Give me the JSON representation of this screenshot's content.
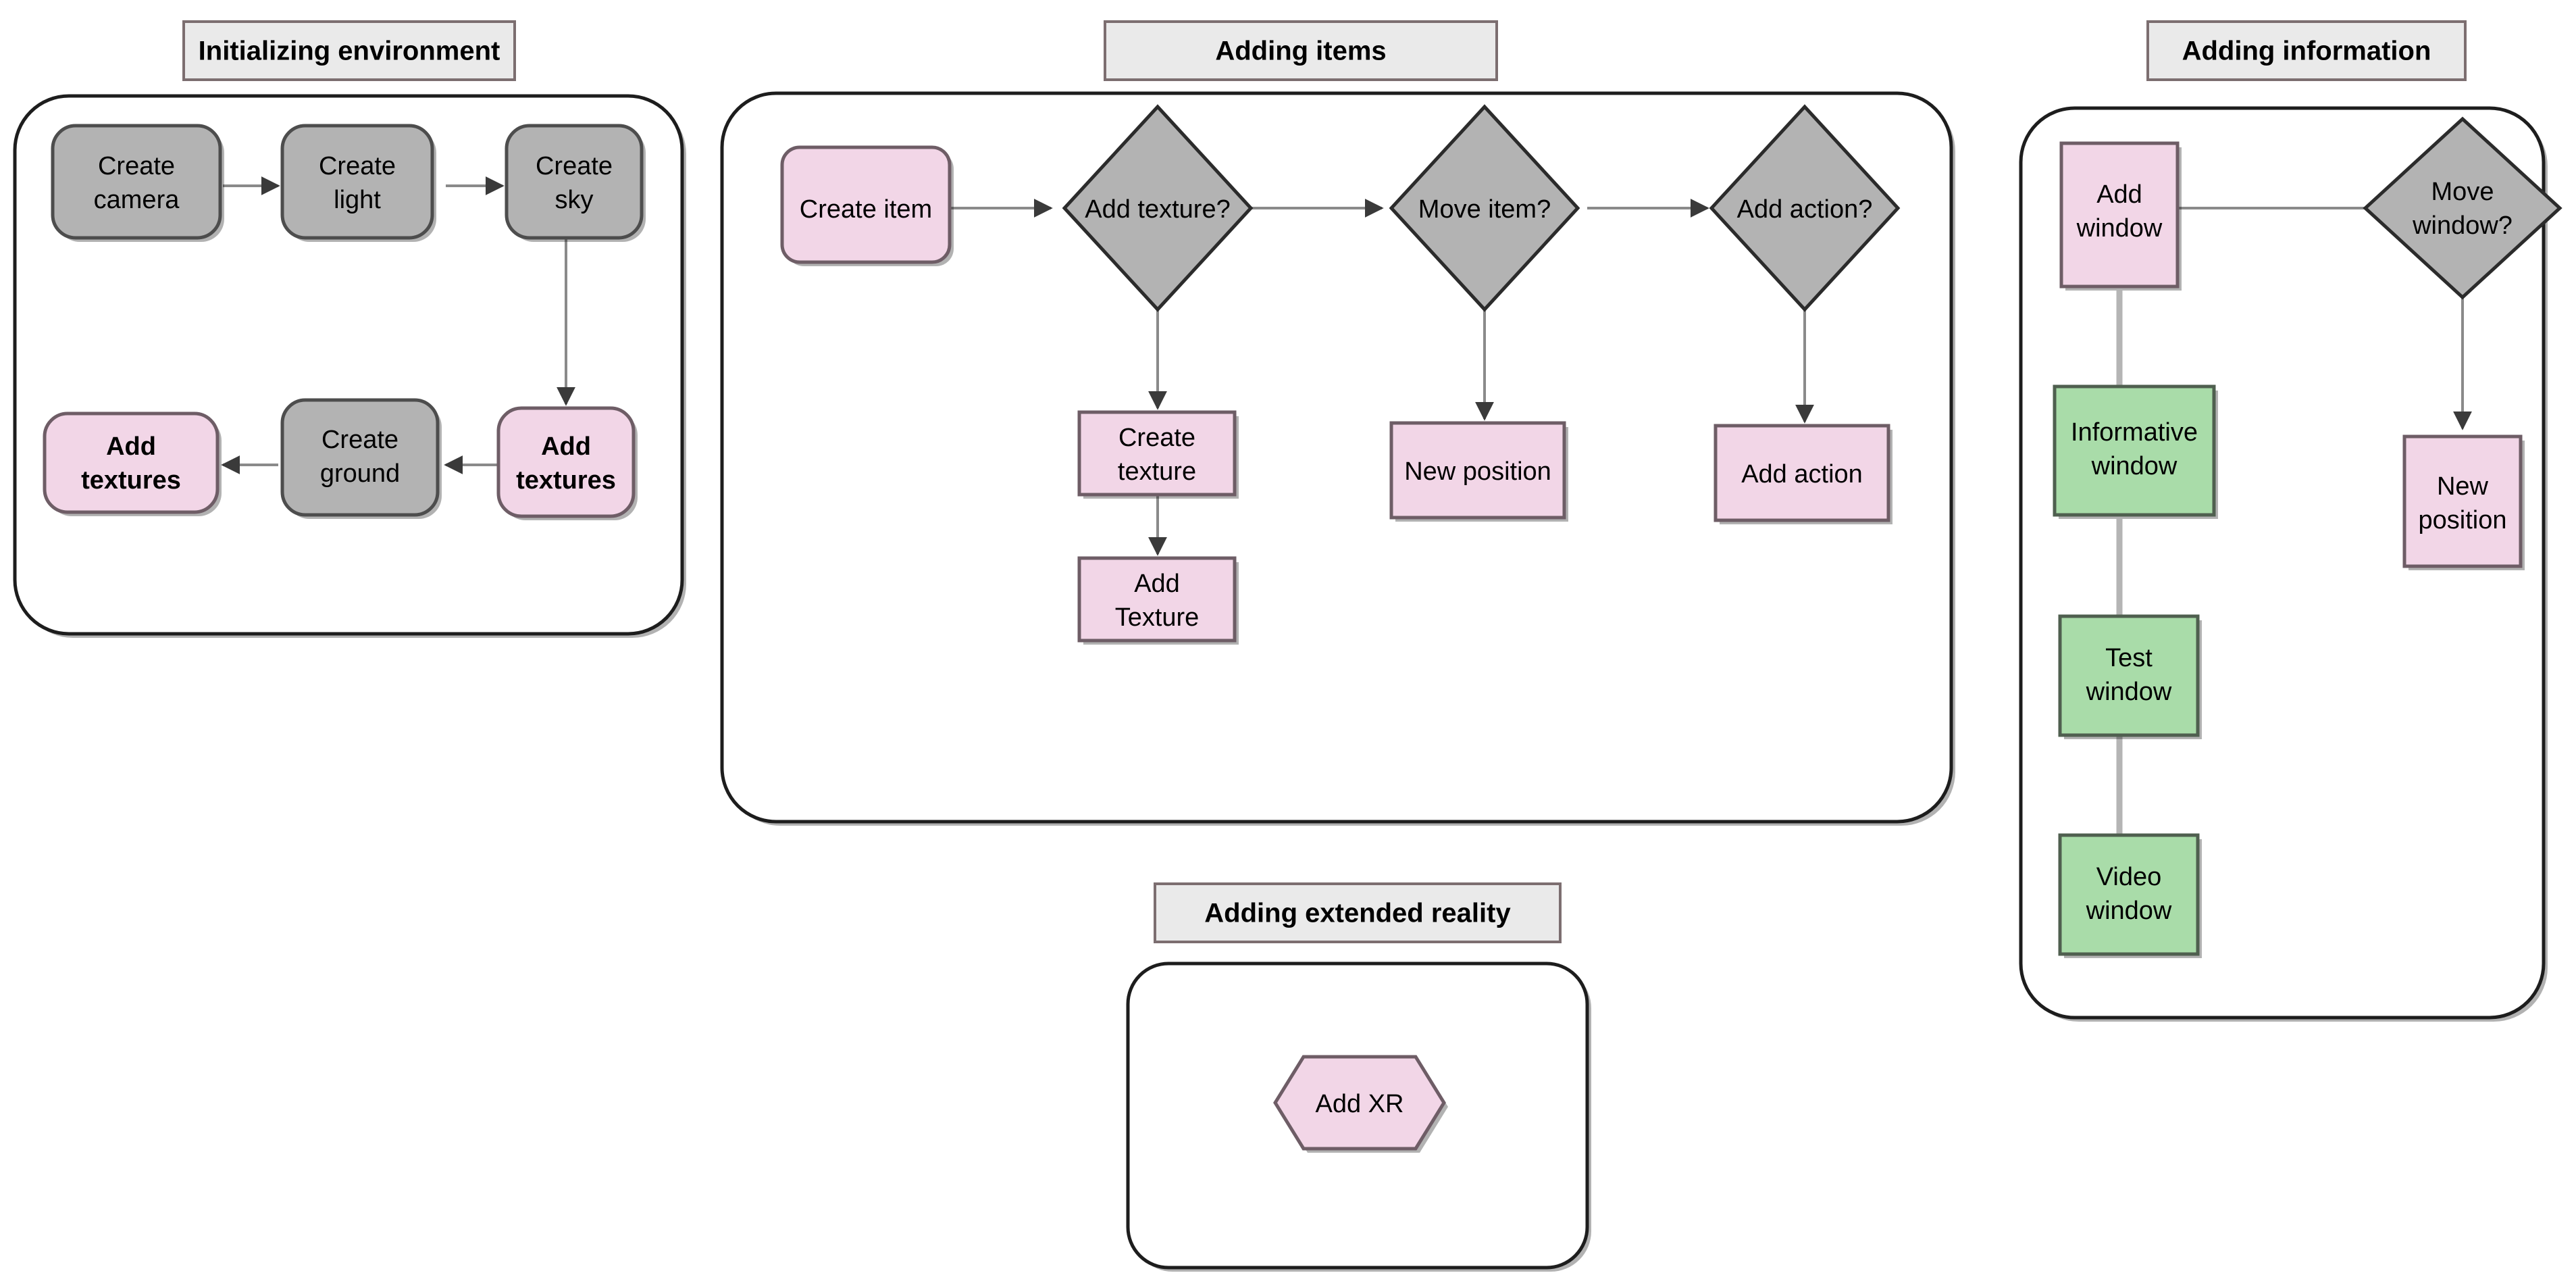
{
  "diagram": {
    "title_bar_color": "#eaeaea",
    "colors": {
      "gray_node": "#b3b3b3",
      "pink_node": "#f2d6e7",
      "green_node": "#a9dca9",
      "container_border": "#1d1d1d",
      "edge": "#8a8a8a"
    },
    "groups": [
      {
        "id": "initializing-environment",
        "title": "Initializing environment",
        "nodes": [
          {
            "id": "create-camera",
            "label": "Create camera",
            "shape": "rounded-rect",
            "color": "gray",
            "bold": false
          },
          {
            "id": "create-light",
            "label": "Create light",
            "shape": "rounded-rect",
            "color": "gray",
            "bold": false
          },
          {
            "id": "create-sky",
            "label": "Create sky",
            "shape": "rounded-rect",
            "color": "gray",
            "bold": false
          },
          {
            "id": "add-textures-2",
            "label": "Add textures",
            "shape": "rounded-rect",
            "color": "pink",
            "bold": true
          },
          {
            "id": "create-ground",
            "label": "Create ground",
            "shape": "rounded-rect",
            "color": "gray",
            "bold": false
          },
          {
            "id": "add-textures-1",
            "label": "Add textures",
            "shape": "rounded-rect",
            "color": "pink",
            "bold": true
          }
        ],
        "edges": [
          {
            "from": "create-camera",
            "to": "create-light",
            "arrow": true
          },
          {
            "from": "create-light",
            "to": "create-sky",
            "arrow": true
          },
          {
            "from": "create-sky",
            "to": "add-textures-1",
            "arrow": true
          },
          {
            "from": "add-textures-1",
            "to": "create-ground",
            "arrow": true
          },
          {
            "from": "create-ground",
            "to": "add-textures-2",
            "arrow": true
          }
        ]
      },
      {
        "id": "adding-items",
        "title": "Adding items",
        "nodes": [
          {
            "id": "create-item",
            "label": "Create item",
            "shape": "rounded-rect",
            "color": "pink",
            "bold": false
          },
          {
            "id": "add-texture-q",
            "label": "Add texture?",
            "shape": "diamond",
            "color": "gray",
            "bold": false
          },
          {
            "id": "move-item-q",
            "label": "Move item?",
            "shape": "diamond",
            "color": "gray",
            "bold": false
          },
          {
            "id": "add-action-q",
            "label": "Add action?",
            "shape": "diamond",
            "color": "gray",
            "bold": false
          },
          {
            "id": "create-texture",
            "label": "Create texture",
            "shape": "rect",
            "color": "pink",
            "bold": false
          },
          {
            "id": "add-texture",
            "label": "Add Texture",
            "shape": "rect",
            "color": "pink",
            "bold": false
          },
          {
            "id": "new-position-1",
            "label": "New position",
            "shape": "rect",
            "color": "pink",
            "bold": false
          },
          {
            "id": "add-action",
            "label": "Add action",
            "shape": "rect",
            "color": "pink",
            "bold": false
          }
        ],
        "edges": [
          {
            "from": "create-item",
            "to": "add-texture-q",
            "arrow": true
          },
          {
            "from": "add-texture-q",
            "to": "move-item-q",
            "arrow": true
          },
          {
            "from": "move-item-q",
            "to": "add-action-q",
            "arrow": true
          },
          {
            "from": "add-texture-q",
            "to": "create-texture",
            "arrow": true
          },
          {
            "from": "create-texture",
            "to": "add-texture",
            "arrow": true
          },
          {
            "from": "move-item-q",
            "to": "new-position-1",
            "arrow": true
          },
          {
            "from": "add-action-q",
            "to": "add-action",
            "arrow": true
          }
        ]
      },
      {
        "id": "adding-information",
        "title": "Adding information",
        "nodes": [
          {
            "id": "add-window",
            "label": "Add window",
            "shape": "rect",
            "color": "pink",
            "bold": false
          },
          {
            "id": "move-window-q",
            "label": "Move window?",
            "shape": "diamond",
            "color": "gray",
            "bold": false
          },
          {
            "id": "new-position-2",
            "label": "New position",
            "shape": "rect",
            "color": "pink",
            "bold": false
          },
          {
            "id": "informative-window",
            "label": "Informative window",
            "shape": "rect",
            "color": "green",
            "bold": false
          },
          {
            "id": "test-window",
            "label": "Test window",
            "shape": "rect",
            "color": "green",
            "bold": false
          },
          {
            "id": "video-window",
            "label": "Video window",
            "shape": "rect",
            "color": "green",
            "bold": false
          }
        ],
        "edges": [
          {
            "from": "add-window",
            "to": "move-window-q",
            "arrow": true
          },
          {
            "from": "move-window-q",
            "to": "new-position-2",
            "arrow": true
          },
          {
            "from": "add-window",
            "to": "informative-window",
            "arrow": false
          },
          {
            "from": "informative-window",
            "to": "test-window",
            "arrow": false
          },
          {
            "from": "test-window",
            "to": "video-window",
            "arrow": false
          }
        ]
      },
      {
        "id": "adding-extended-reality",
        "title": "Adding extended reality",
        "nodes": [
          {
            "id": "add-xr",
            "label": "Add XR",
            "shape": "hexagon",
            "color": "pink",
            "bold": false
          }
        ],
        "edges": []
      }
    ]
  },
  "labels": {
    "group1_title": "Initializing environment",
    "group2_title": "Adding items",
    "group3_title": "Adding information",
    "group4_title": "Adding extended reality",
    "create_camera_l1": "Create",
    "create_camera_l2": "camera",
    "create_light_l1": "Create",
    "create_light_l2": "light",
    "create_sky_l1": "Create",
    "create_sky_l2": "sky",
    "add_textures_left_l1": "Add",
    "add_textures_left_l2": "textures",
    "create_ground_l1": "Create",
    "create_ground_l2": "ground",
    "add_textures_right_l1": "Add",
    "add_textures_right_l2": "textures",
    "create_item": "Create item",
    "add_texture_q": "Add texture?",
    "move_item_q": "Move item?",
    "add_action_q": "Add action?",
    "create_texture_l1": "Create",
    "create_texture_l2": "texture",
    "add_texture_l1": "Add",
    "add_texture_l2": "Texture",
    "new_position_items": "New position",
    "add_action": "Add action",
    "add_window_l1": "Add",
    "add_window_l2": "window",
    "move_window_q_l1": "Move",
    "move_window_q_l2": "window?",
    "new_position_info_l1": "New",
    "new_position_info_l2": "position",
    "informative_window_l1": "Informative",
    "informative_window_l2": "window",
    "test_window_l1": "Test",
    "test_window_l2": "window",
    "video_window_l1": "Video",
    "video_window_l2": "window",
    "add_xr": "Add XR"
  }
}
